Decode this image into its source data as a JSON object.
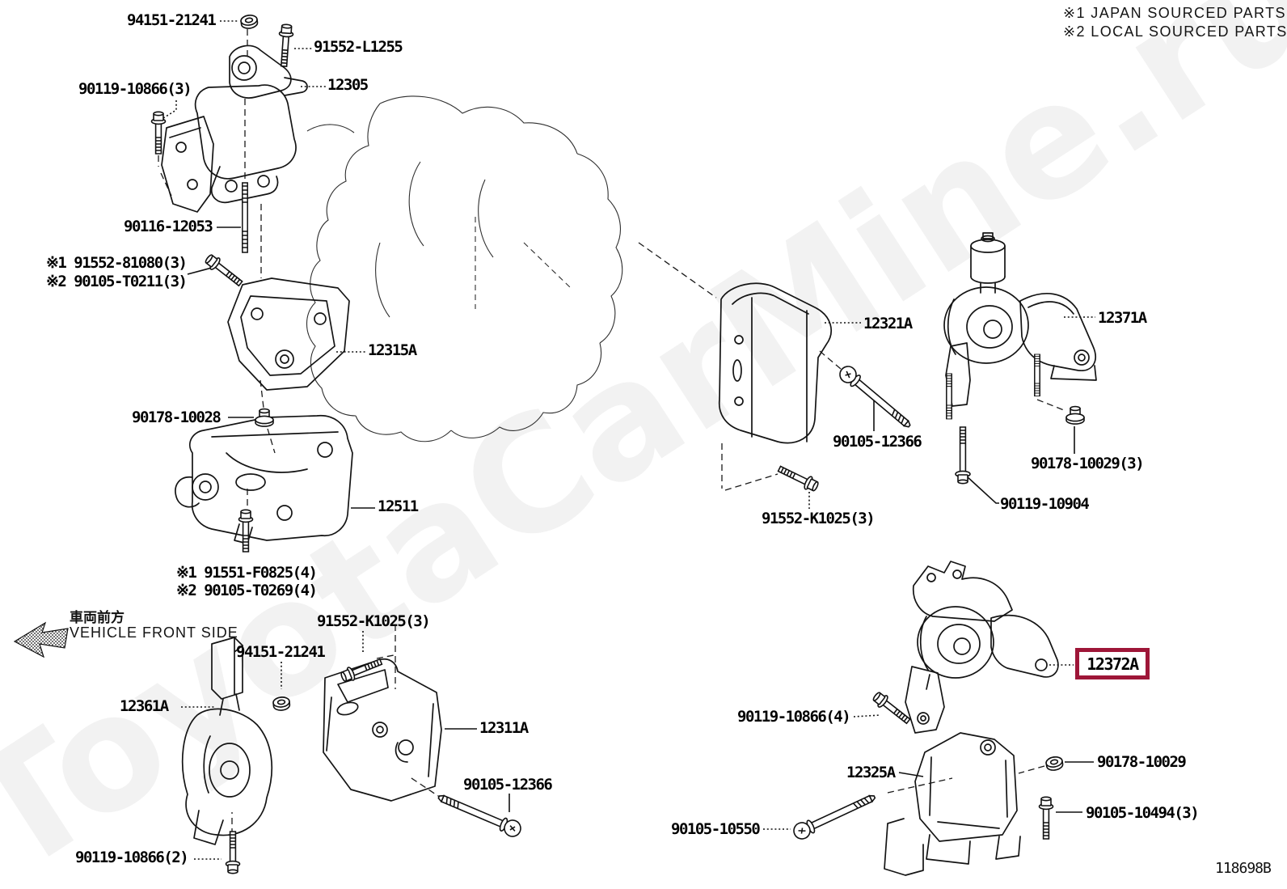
{
  "watermark": {
    "text": "ToyotaCarMine.ru"
  },
  "notes": {
    "n1": "※1 JAPAN SOURCED PARTS",
    "n2": "※2 LOCAL SOURCED PARTS"
  },
  "direction": {
    "jp": "車両前方",
    "en": "VEHICLE FRONT SIDE"
  },
  "footer": {
    "code": "118698B"
  },
  "highlight": {
    "part_number": "12372A",
    "color": "#9e1638"
  },
  "labels": [
    {
      "text": "94151-21241"
    },
    {
      "text": "91552-L1255"
    },
    {
      "text": "90119-10866(3)"
    },
    {
      "text": "12305"
    },
    {
      "text": "90116-12053"
    },
    {
      "text": "※1 91552-81080(3)"
    },
    {
      "text": "※2 90105-T0211(3)"
    },
    {
      "text": "12315A"
    },
    {
      "text": "90178-10028"
    },
    {
      "text": "12511"
    },
    {
      "text": "※1 91551-F0825(4)"
    },
    {
      "text": "※2 90105-T0269(4)"
    },
    {
      "text": "91552-K1025(3)"
    },
    {
      "text": "94151-21241"
    },
    {
      "text": "12361A"
    },
    {
      "text": "12311A"
    },
    {
      "text": "90105-12366"
    },
    {
      "text": "90119-10866(2)"
    },
    {
      "text": "12321A"
    },
    {
      "text": "12371A"
    },
    {
      "text": "90105-12366"
    },
    {
      "text": "90178-10029(3)"
    },
    {
      "text": "90119-10904"
    },
    {
      "text": "91552-K1025(3)"
    },
    {
      "text": "90119-10866(4)"
    },
    {
      "text": "12325A"
    },
    {
      "text": "90178-10029"
    },
    {
      "text": "90105-10494(3)"
    },
    {
      "text": "90105-10550"
    }
  ]
}
